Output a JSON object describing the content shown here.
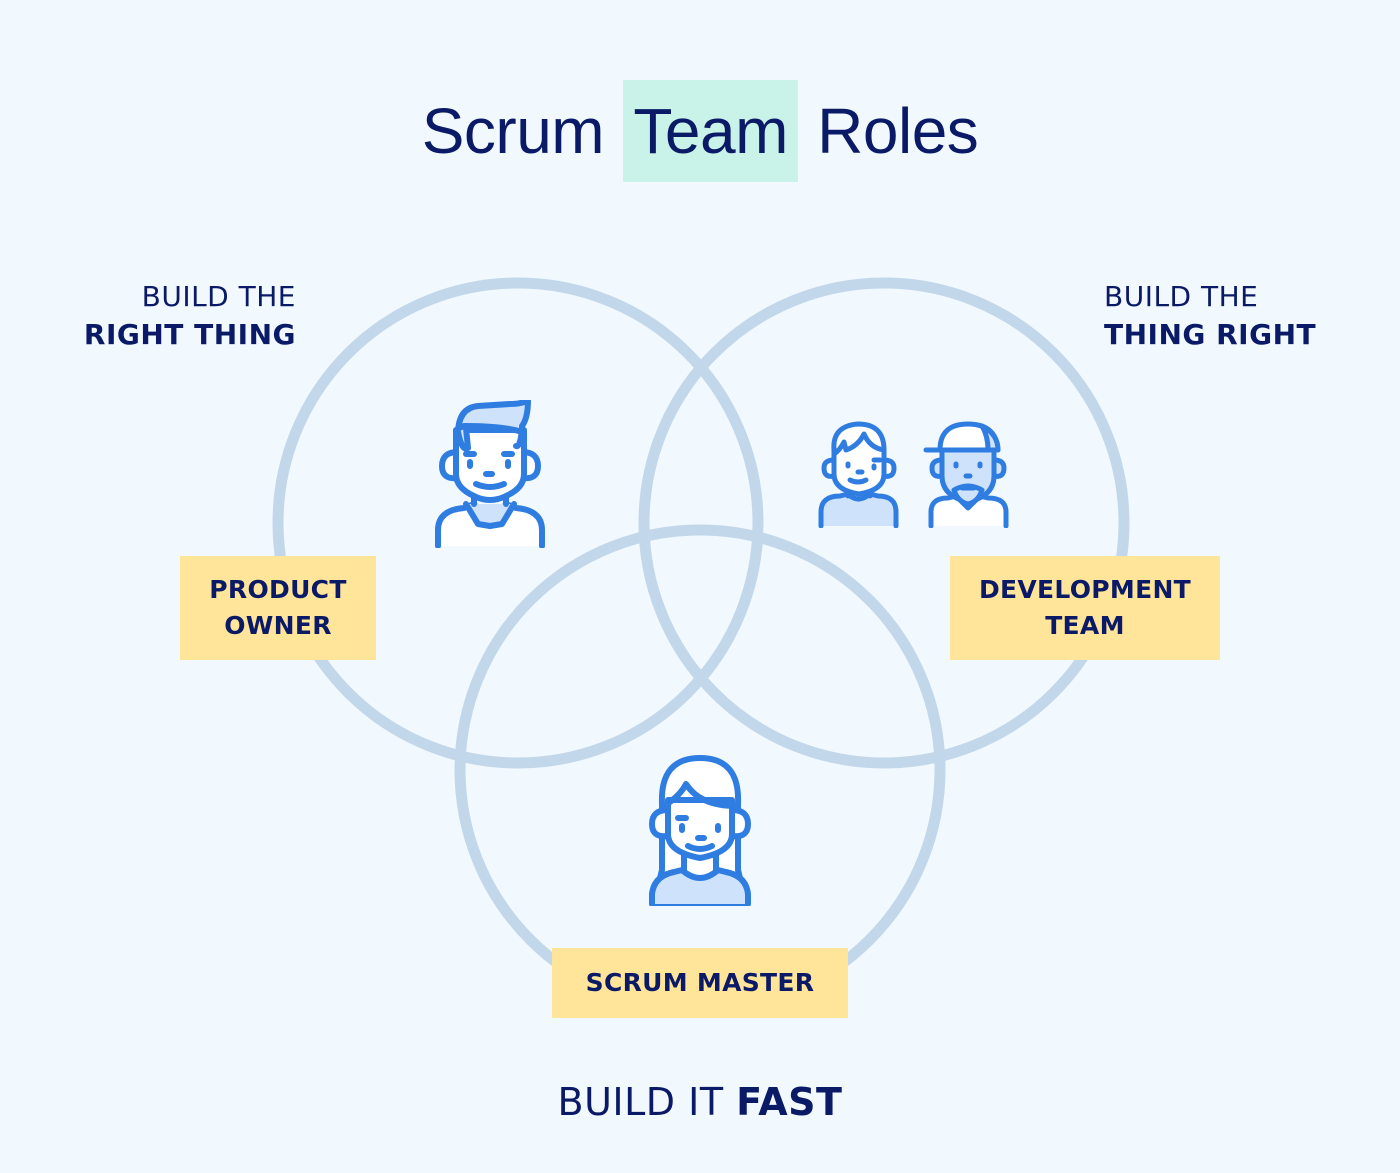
{
  "title": {
    "before": "Scrum",
    "highlight": "Team",
    "after": "Roles"
  },
  "colors": {
    "background": "#f1f8fe",
    "text": "#0b1a66",
    "highlight": "#c9f2e8",
    "circle_stroke": "#c2d7ea",
    "role_box": "#ffe59a",
    "icon_stroke": "#2f7de1",
    "icon_fill_light": "#cfe2fb"
  },
  "taglines": {
    "product": {
      "light": "BUILD THE",
      "bold": "RIGHT THING"
    },
    "development": {
      "light": "BUILD THE",
      "bold": "THING RIGHT"
    },
    "scrum": {
      "light": "BUILD IT",
      "bold": "FAST"
    }
  },
  "roles": {
    "product_owner": {
      "line1": "PRODUCT",
      "line2": "OWNER",
      "icon": "man-with-collar-icon"
    },
    "development_team": {
      "line1": "DEVELOPMENT",
      "line2": "TEAM",
      "icon": "two-developers-icon"
    },
    "scrum_master": {
      "line1": "SCRUM MASTER",
      "icon": "woman-icon"
    }
  }
}
